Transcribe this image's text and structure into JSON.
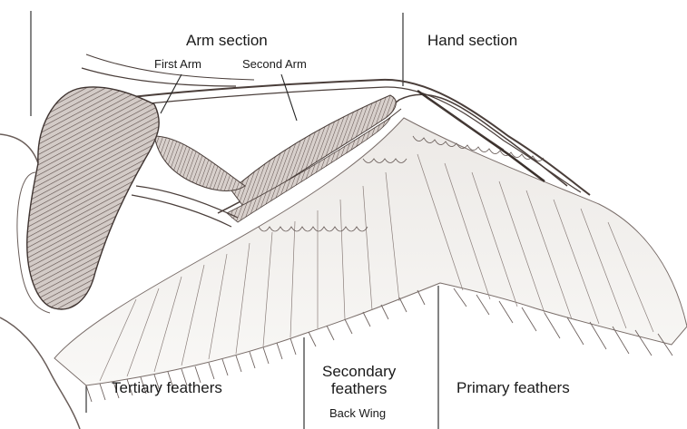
{
  "labels": {
    "arm_section": "Arm section",
    "hand_section": "Hand section",
    "first_arm": "First Arm",
    "second_arm": "Second Arm",
    "secondary_feathers_line1": "Secondary",
    "secondary_feathers_line2": "feathers",
    "back_wing": "Back Wing",
    "tertiary_feathers": "Tertiary feathers",
    "primary_feathers": "Primary feathers"
  },
  "colors": {
    "ink": "#3a3030",
    "muscle_fill": "#c9c0bc",
    "feather_fill": "#f4f3f1",
    "label_text": "#1a1a1a"
  }
}
